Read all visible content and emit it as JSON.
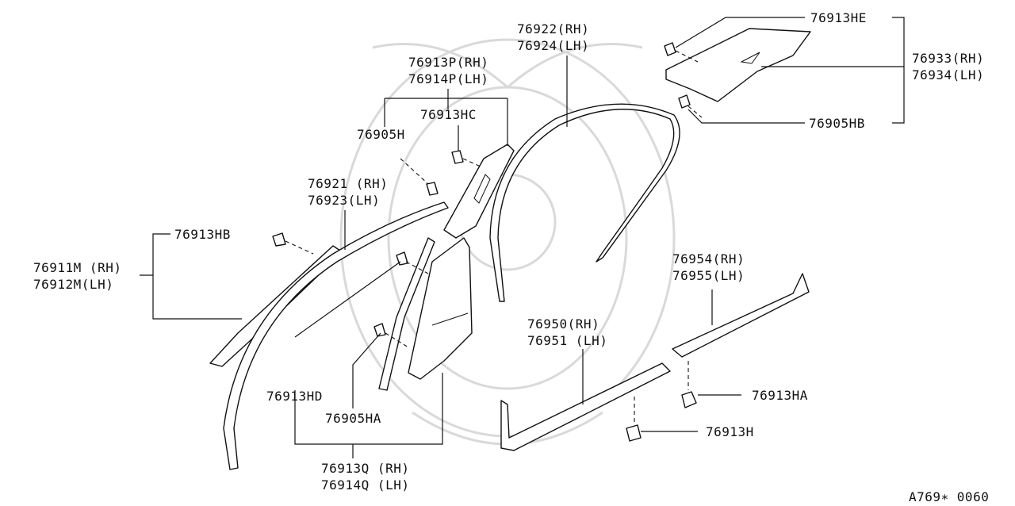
{
  "diagram": {
    "code": "A769∗ 0060",
    "labels": {
      "p76913HE": "76913HE",
      "p76933": "76933(RH)",
      "p76934": "76934(LH)",
      "p76905HB": "76905HB",
      "p76922": "76922(RH)",
      "p76924": "76924(LH)",
      "p76913P": "76913P(RH)",
      "p76914P": "76914P(LH)",
      "p76913HC": "76913HC",
      "p76905H": "76905H",
      "p76921": "76921 (RH)",
      "p76923": "76923(LH)",
      "p76913HB": "76913HB",
      "p76911M": "76911M (RH)",
      "p76912M": "76912M(LH)",
      "p76954": "76954(RH)",
      "p76955": "76955(LH)",
      "p76950": "76950(RH)",
      "p76951": "76951 (LH)",
      "p76913HA": "76913HA",
      "p76913H": "76913H",
      "p76913HD": "76913HD",
      "p76905HA": "76905HA",
      "p76913Q": "76913Q (RH)",
      "p76914Q": "76914Q (LH)"
    }
  }
}
